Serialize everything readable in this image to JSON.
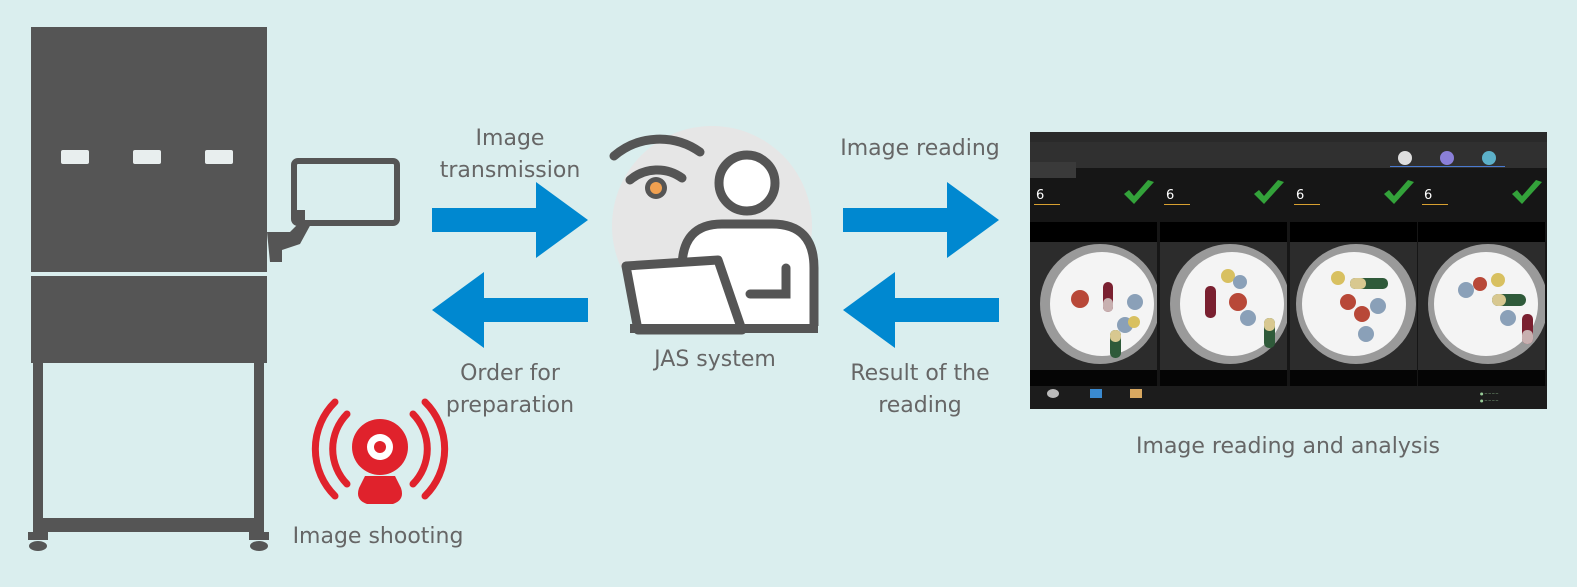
{
  "labels": {
    "image_transmission_1": "Image",
    "image_transmission_2": "transmission",
    "order_1": "Order for",
    "order_2": "preparation",
    "jas_system": "JAS system",
    "image_reading": "Image reading",
    "result_1": "Result of the",
    "result_2": "reading",
    "image_shooting": "Image shooting",
    "analysis": "Image reading and analysis"
  },
  "colors": {
    "background": "#daeeee",
    "machine": "#555555",
    "arrow": "#0088d0",
    "camera": "#e0222c",
    "person_icon": "#555555",
    "avatar_circle": "#e6e6e6",
    "dot": "#f0a050",
    "check": "#33a23a"
  },
  "screen": {
    "columns": [
      {
        "count": "6"
      },
      {
        "count": "6"
      },
      {
        "count": "6"
      },
      {
        "count": "6"
      }
    ]
  }
}
